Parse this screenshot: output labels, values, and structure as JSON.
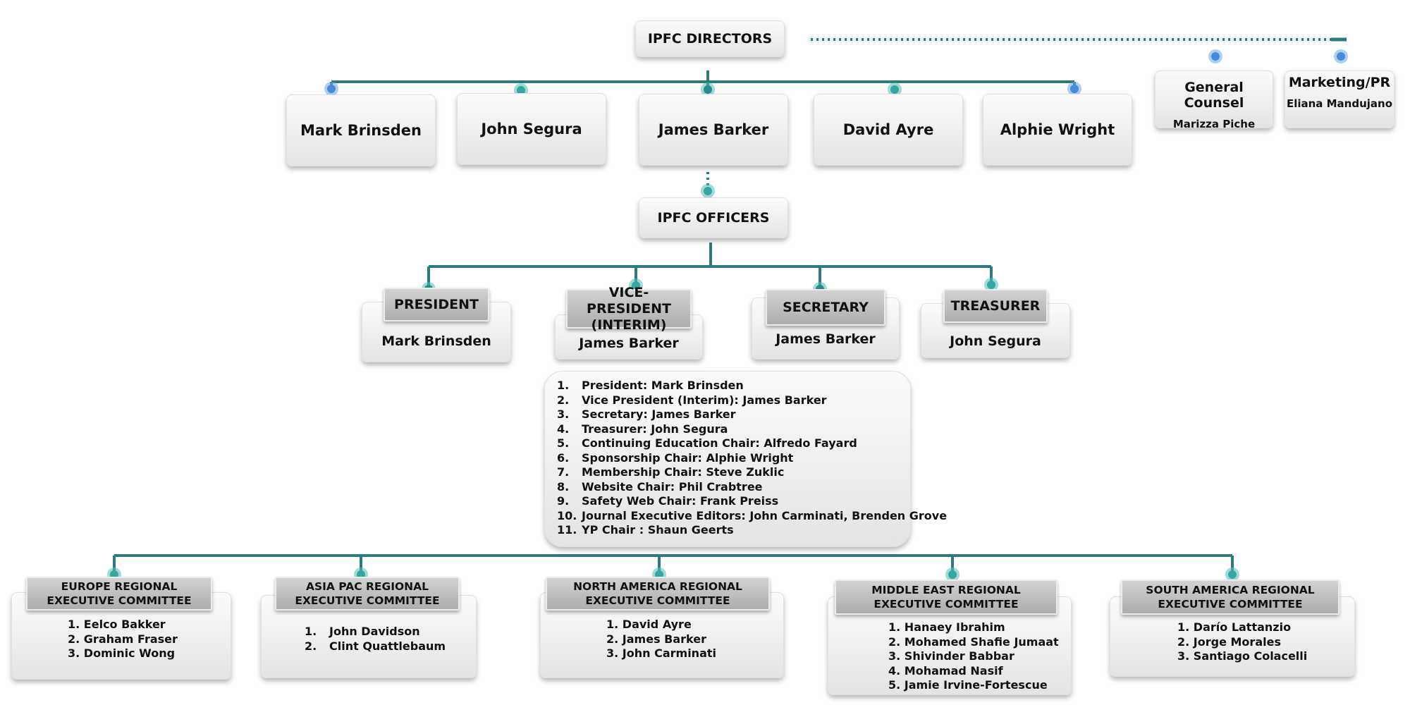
{
  "directors": {
    "title": "IPFC DIRECTORS",
    "members": [
      "Mark Brinsden",
      "John Segura",
      "James Barker",
      "David Ayre",
      "Alphie Wright"
    ]
  },
  "advisors": [
    {
      "title": "General Counsel",
      "name": "Marizza Piche"
    },
    {
      "title": "Marketing/PR",
      "name": "Eliana Mandujano"
    }
  ],
  "officers": {
    "title": "IPFC OFFICERS",
    "roles": [
      {
        "title": "PRESIDENT",
        "name": "Mark Brinsden"
      },
      {
        "title": "VICE-PRESIDENT (INTERIM)",
        "name": "James Barker"
      },
      {
        "title": "SECRETARY",
        "name": "James Barker"
      },
      {
        "title": "TREASURER",
        "name": "John Segura"
      }
    ],
    "list": [
      {
        "n": "1.",
        "t": "President: Mark Brinsden"
      },
      {
        "n": "2.",
        "t": "Vice President (Interim): James Barker"
      },
      {
        "n": "3.",
        "t": "Secretary: James Barker"
      },
      {
        "n": "4.",
        "t": "Treasurer: John Segura"
      },
      {
        "n": "5.",
        "t": "Continuing  Education  Chair: Alfredo Fayard"
      },
      {
        "n": "6.",
        "t": "Sponsorship Chair: Alphie Wright"
      },
      {
        "n": "7.",
        "t": "Membership Chair: Steve Zuklic"
      },
      {
        "n": "8.",
        "t": "Website Chair: Phil Crabtree"
      },
      {
        "n": "9.",
        "t": "Safety Web Chair: Frank Preiss"
      },
      {
        "n": "10.",
        "t": "Journal Executive Editors: John Carminati, Brenden Grove"
      },
      {
        "n": "11.",
        "t": "YP Chair :  Shaun Geerts"
      }
    ]
  },
  "committees": [
    {
      "title": "EUROPE REGIONAL EXECUTIVE COMMITTEE",
      "members": [
        {
          "n": "1.",
          "t": "Eelco Bakker"
        },
        {
          "n": "2.",
          "t": "Graham Fraser"
        },
        {
          "n": "3.",
          "t": "Dominic Wong"
        }
      ]
    },
    {
      "title": "ASIA PAC REGIONAL EXECUTIVE COMMITTEE",
      "members": [
        {
          "n": "1.",
          "t": "John Davidson"
        },
        {
          "n": "2.",
          "t": "Clint Quattlebaum"
        }
      ]
    },
    {
      "title": "NORTH AMERICA REGIONAL EXECUTIVE COMMITTEE",
      "members": [
        {
          "n": "1.",
          "t": "David Ayre"
        },
        {
          "n": "2.",
          "t": "James Barker"
        },
        {
          "n": "3.",
          "t": "John Carminati"
        }
      ]
    },
    {
      "title": "MIDDLE EAST REGIONAL EXECUTIVE COMMITTEE",
      "members": [
        {
          "n": "1.",
          "t": "Hanaey Ibrahim"
        },
        {
          "n": "2.",
          "t": "Mohamed Shafie Jumaat"
        },
        {
          "n": "3.",
          "t": "Shivinder Babbar"
        },
        {
          "n": "4.",
          "t": "Mohamad Nasif"
        },
        {
          "n": "5.",
          "t": "Jamie Irvine-Fortescue"
        }
      ]
    },
    {
      "title": "SOUTH AMERICA REGIONAL EXECUTIVE COMMITTEE",
      "members": [
        {
          "n": "1.",
          "t": "Darío Lattanzio"
        },
        {
          "n": "2.",
          "t": "Jorge Morales"
        },
        {
          "n": "3.",
          "t": "Santiago Colacelli"
        }
      ]
    }
  ],
  "colors": {
    "connector": "#2f7a80",
    "dot_teal": "#4fc0b8",
    "dot_blue": "#6fa6e0"
  }
}
